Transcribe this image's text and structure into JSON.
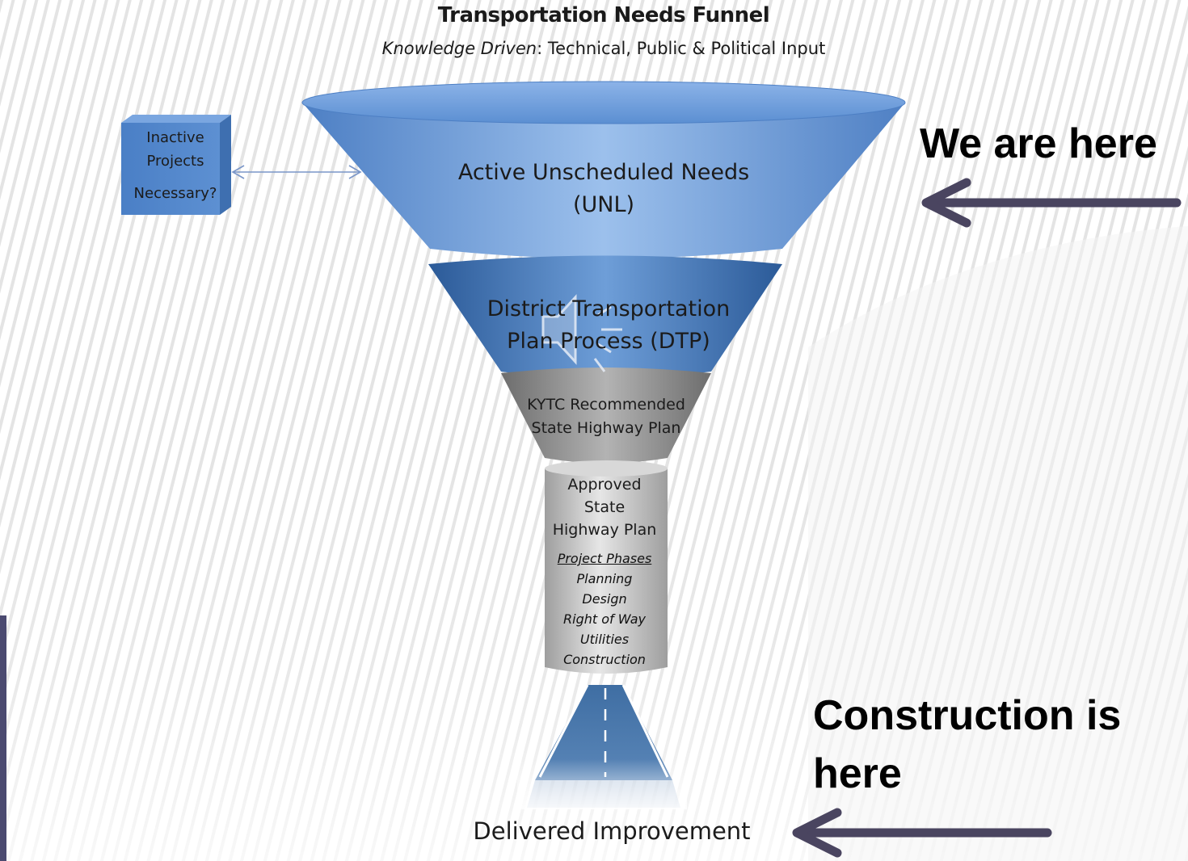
{
  "title": "Transportation Needs Funnel",
  "subtitle": {
    "italic": "Knowledge Driven",
    "rest": ": Technical, Public & Political Input"
  },
  "inactive_box": {
    "line1": "Inactive",
    "line2": "Projects",
    "line3": "Necessary?"
  },
  "funnel": {
    "unl_line1": "Active Unscheduled Needs",
    "unl_line2": "(UNL)",
    "dtp_line1": "District Transportation",
    "dtp_line2": "Plan Process (DTP)",
    "kytc_line1": "KYTC Recommended",
    "kytc_line2": "State Highway Plan",
    "approved_line1": "Approved",
    "approved_line2": "State",
    "approved_line3": "Highway Plan",
    "phases_heading": "Project Phases",
    "phases": [
      "Planning",
      "Design",
      "Right of Way",
      "Utilities",
      "Construction"
    ]
  },
  "delivered": "Delivered Improvement",
  "callouts": {
    "we_are_here": "We are here",
    "construction_line1": "Construction is",
    "construction_line2": "here"
  },
  "colors": {
    "unl_blue": "#6f9fdc",
    "dtp_blue": "#3d6fae",
    "kytc_gray": "#8c8c8c",
    "cylinder_gray": "#c8c8c8",
    "arrow_purple": "#4a4560",
    "road_blue": "#3f6ea3",
    "side_bar": "#4b4a70"
  },
  "icons": {
    "speaker": "speaker-icon"
  }
}
